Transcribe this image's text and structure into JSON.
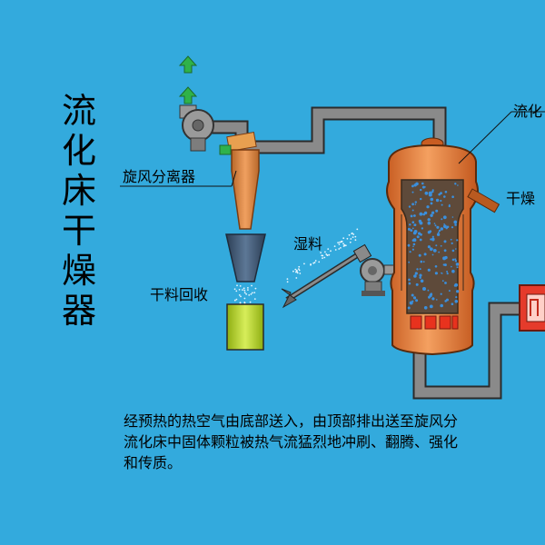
{
  "title": "流化床干燥器",
  "title_chars": [
    "流",
    "化",
    "床",
    "干",
    "燥",
    "器"
  ],
  "labels": {
    "cyclone": "旋风分离器",
    "wet_material": "湿料",
    "dry_recovery": "干料回收",
    "fluid_bed": "流化",
    "dryer": "干燥"
  },
  "description": [
    "经预热的热空气由底部送入，由顶部排出送至旋风分",
    "流化床中固体颗粒被热气流猛烈地冲刷、翻腾、强化",
    "和传质。"
  ],
  "colors": {
    "background": "#33aadd",
    "pipe": "#7f7f7f",
    "vessel": "#e07a3a",
    "vessel_interior": "#5e4a3a",
    "particles": "#3b8fdc",
    "flame": "#e8321e",
    "cyclone": "#d9884a",
    "hopper": "#3a4f6a",
    "bin": "#b5d12a",
    "arrow": "#2fb24a",
    "fan": "#8a8a8a",
    "heater": "#e53b2b"
  },
  "icons": [
    "up-arrow-icon",
    "fan-icon",
    "feeder-icon",
    "heater-icon"
  ]
}
